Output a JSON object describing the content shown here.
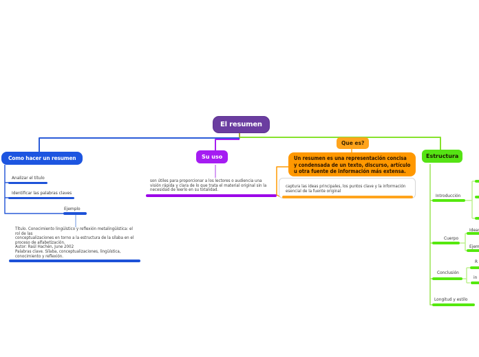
{
  "root": {
    "label": "El resumen"
  },
  "como_hacer": {
    "label": "Como hacer un resumen",
    "items": {
      "analizar": "Analizar el título",
      "identificar": "Identificar las palabras claves",
      "ejemplo": "Ejemplo",
      "detalle": "Título. Conocimiento lingüístico y reflexión metalingüística: el\nrol de las\nconceptualizaciones en torno a la estructura de la sílaba en el\nproceso de alfabetización.\nAutor: Raúl Hachén, June 2002\nPalabras clave. Sílaba, conceptualizaciones, lingüística,\nconocimiento y reflexión."
    }
  },
  "su_uso": {
    "label": "Su uso",
    "detalle": "son útiles para proporcionar a los lectores o audiencia una\nvisión rápida y clara de lo que trata el material original sin la\nnecesidad de leerlo en su totalidad."
  },
  "que_es": {
    "label": "Que es?",
    "definicion": "Un resumen es una representación concisa\ny condensada de un texto, discurso, artículo\nu otra fuente de información más extensa.",
    "detalle": "captura las ideas principales, los puntos clave y la información\nesencial de la fuente original"
  },
  "estructura": {
    "label": "Estructura",
    "items": {
      "introduccion": "Introducción",
      "cuerpo": "Cuerpo",
      "ideas": "Ideas",
      "ejem": "Ejem",
      "conclusion": "Conclusión",
      "r": "R",
      "in": "in",
      "longitud": "Longitud y estilo"
    }
  },
  "colors": {
    "root_purple": "#6b3da0",
    "branch_blue": "#1d55e0",
    "branch_violet": "#a51cf2",
    "branch_orange": "#ff9800",
    "branch_orange_light": "#ffa41c",
    "branch_green": "#55e314"
  }
}
